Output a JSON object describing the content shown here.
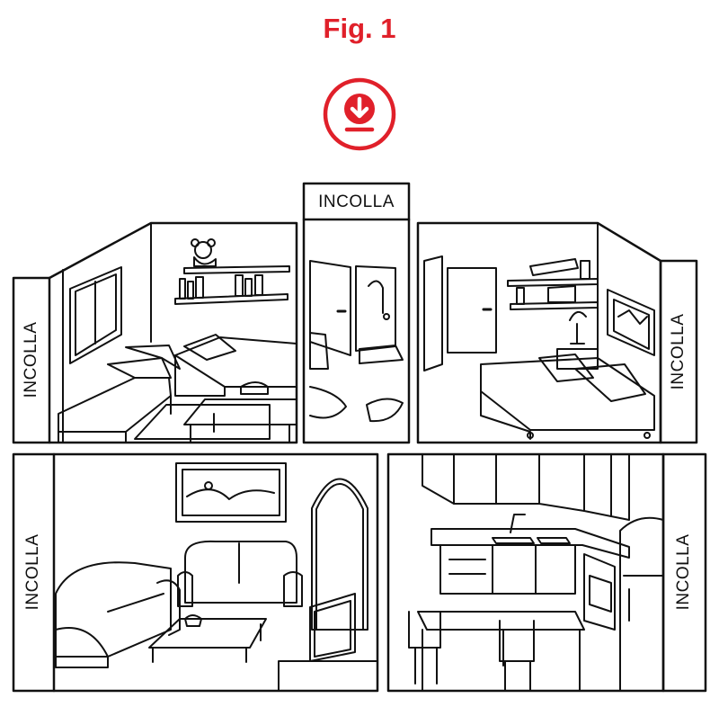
{
  "title": "Fig. 1",
  "accent_color": "#e0202a",
  "download_icon": "download-icon",
  "tab_label": "INCOLLA",
  "rooms": [
    "bedroom-left",
    "bathroom",
    "bedroom-right",
    "living-room",
    "kitchen"
  ]
}
